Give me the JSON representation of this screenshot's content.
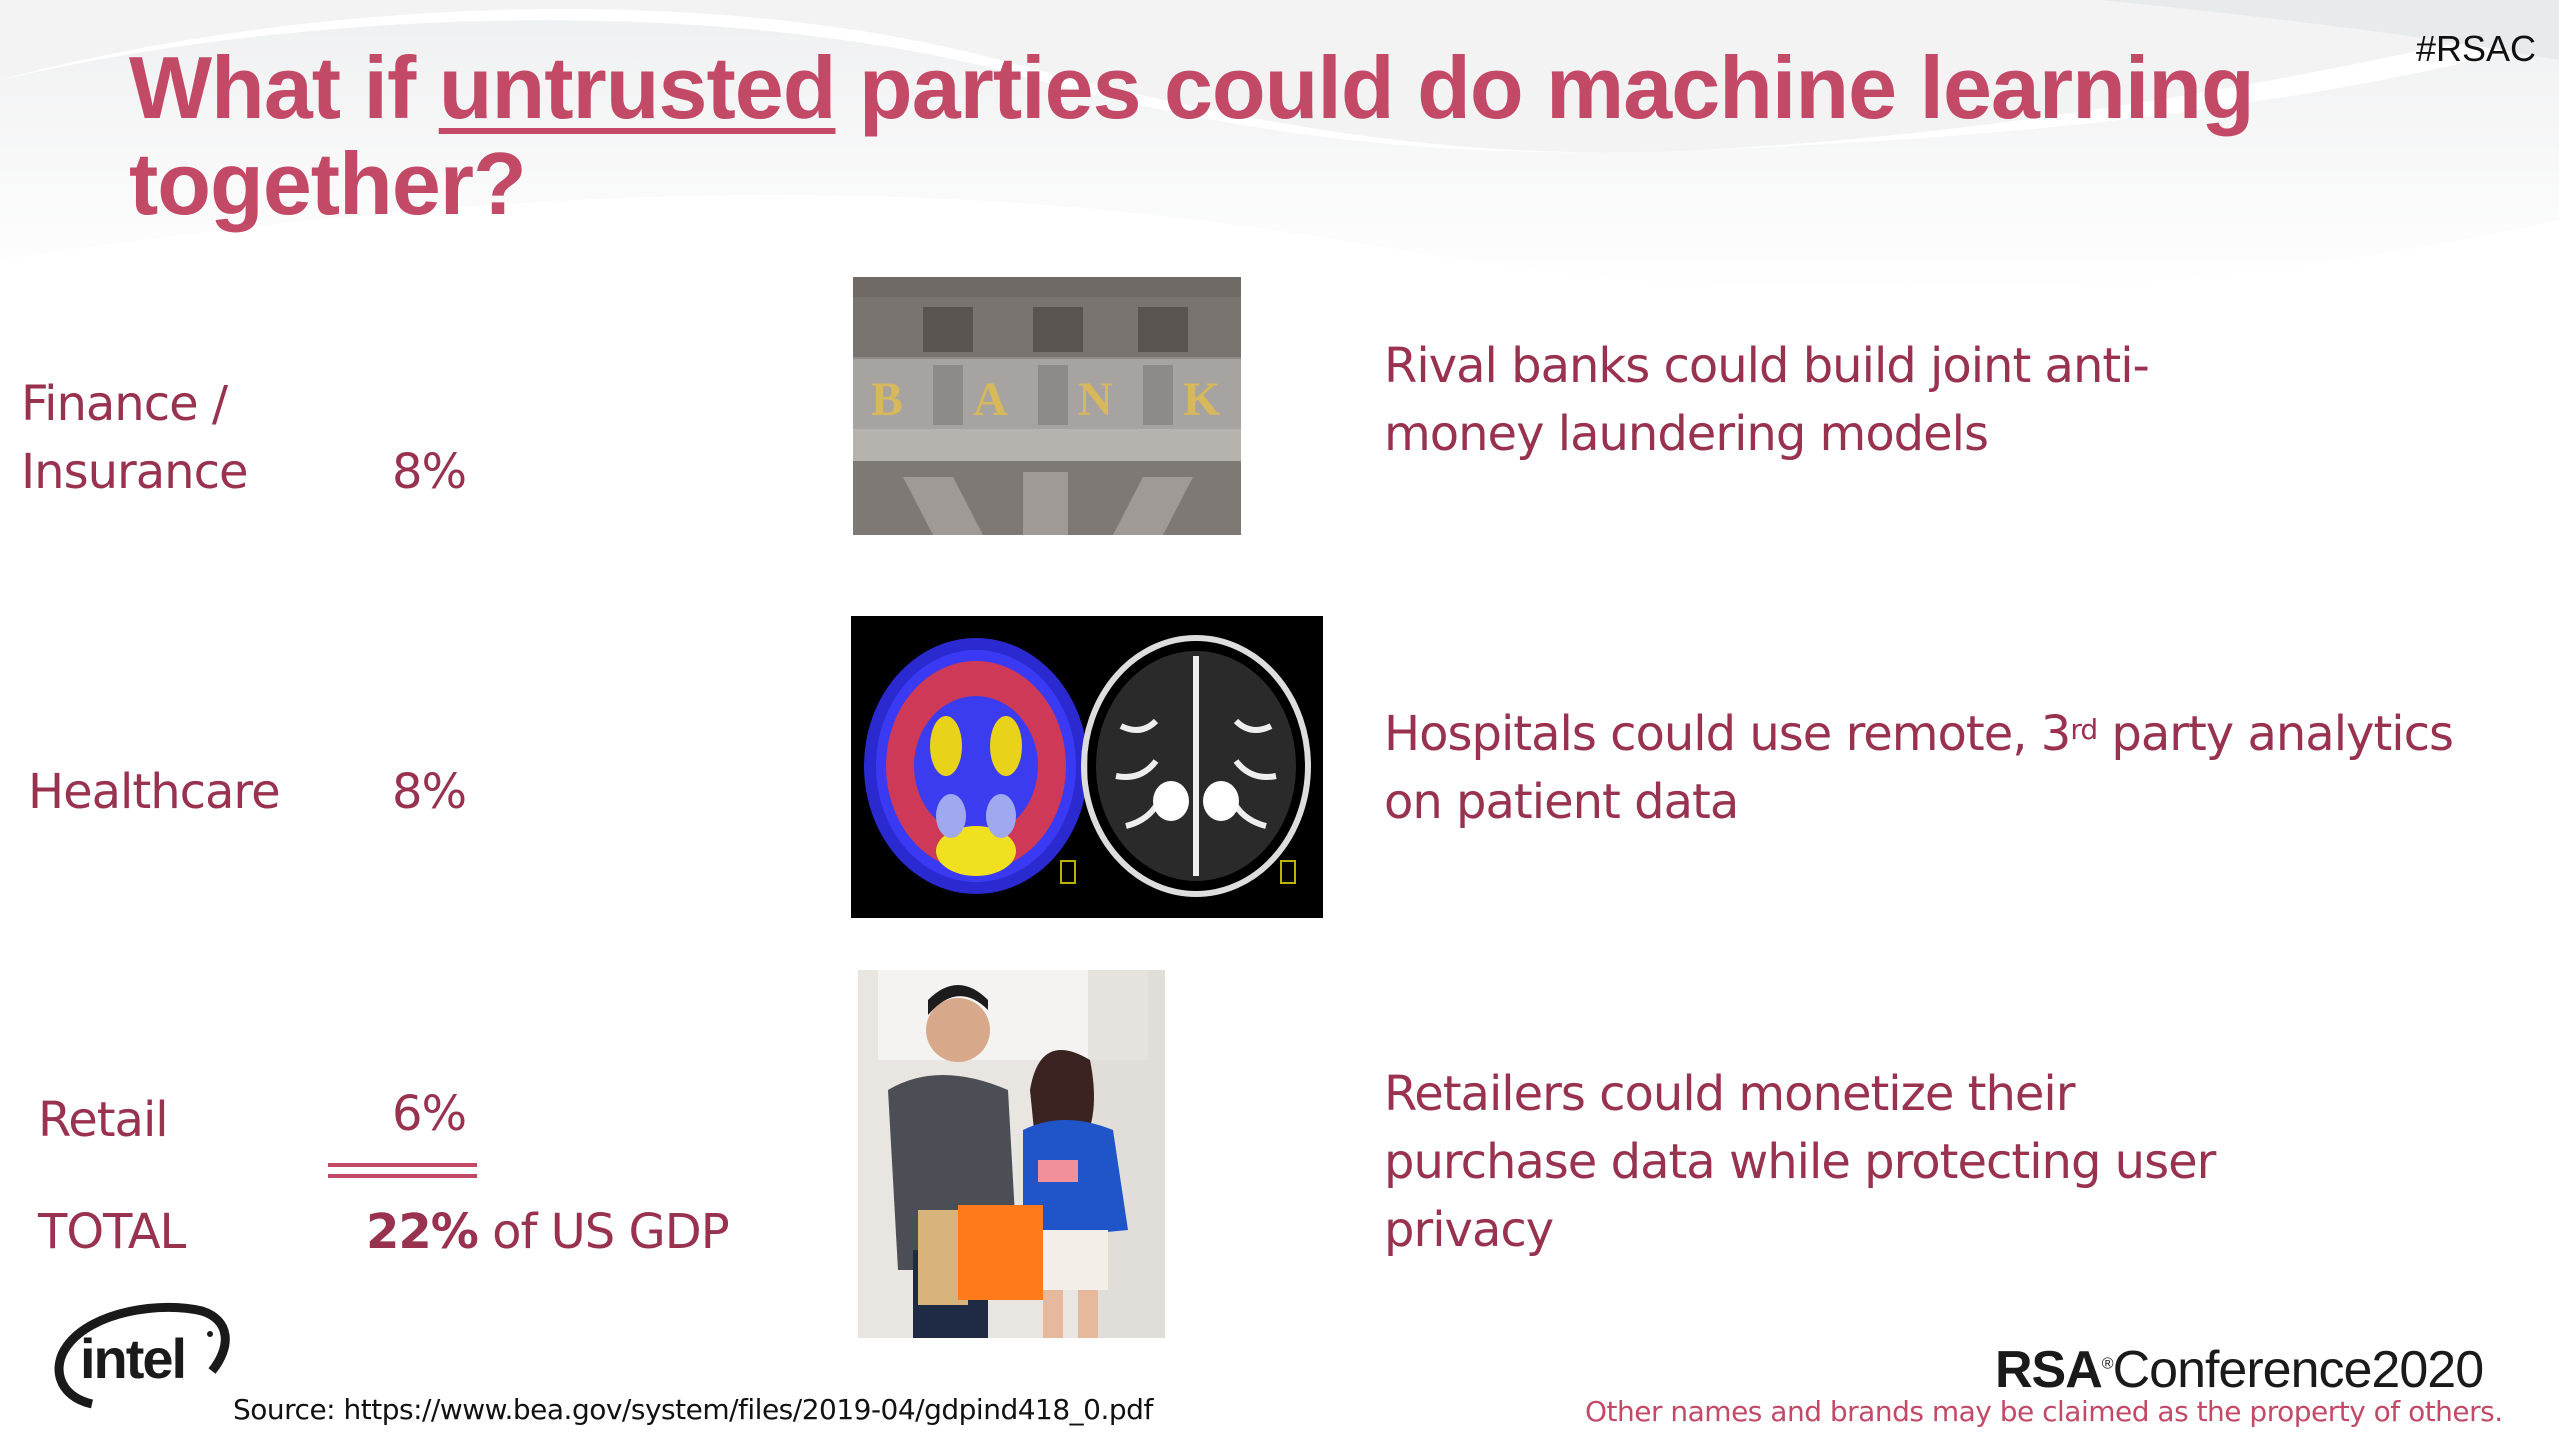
{
  "slide": {
    "hashtag": "#RSAC",
    "title": {
      "prefix": "What if ",
      "underlined": "untrusted",
      "suffix": " parties could do machine learning together?"
    },
    "rows": [
      {
        "sector": "Finance / Insurance",
        "sector_line1": "Finance /",
        "sector_line2": "Insurance",
        "gdp_share": "8%",
        "image": "bank-building-facade-icon",
        "image_text": "BANK",
        "description": "Rival banks could build joint anti-money laundering models",
        "description_line1": "Rival banks could build joint anti-",
        "description_line2": "money laundering models"
      },
      {
        "sector": "Healthcare",
        "gdp_share": "8%",
        "image": "brain-scan-icon",
        "description": "Hospitals could use remote, 3rd party analytics on patient data",
        "description_line1_a": "Hospitals could use remote, 3",
        "description_line1_sup": "rd",
        "description_line1_b": " party analytics",
        "description_line2": "on patient data"
      },
      {
        "sector": "Retail",
        "gdp_share": "6%",
        "image": "shoppers-with-bags-icon",
        "description": "Retailers could monetize their purchase data while protecting user privacy",
        "description_line1": "Retailers could monetize their",
        "description_line2": "purchase data while protecting user",
        "description_line3": "privacy"
      }
    ],
    "total": {
      "label": "TOTAL",
      "value": "22%",
      "suffix": " of US GDP"
    },
    "footer": {
      "logo": "intel",
      "source": "Source: https://www.bea.gov/system/files/2019-04/gdpind418_0.pdf",
      "brand_bold": "RSA",
      "brand_reg": "®",
      "brand_rest": "Conference2020",
      "legal": "Other names and brands may be claimed as the property of others."
    },
    "colors": {
      "title": "#c34a67",
      "body": "#98324e",
      "accent_line": "#c34a67"
    }
  }
}
